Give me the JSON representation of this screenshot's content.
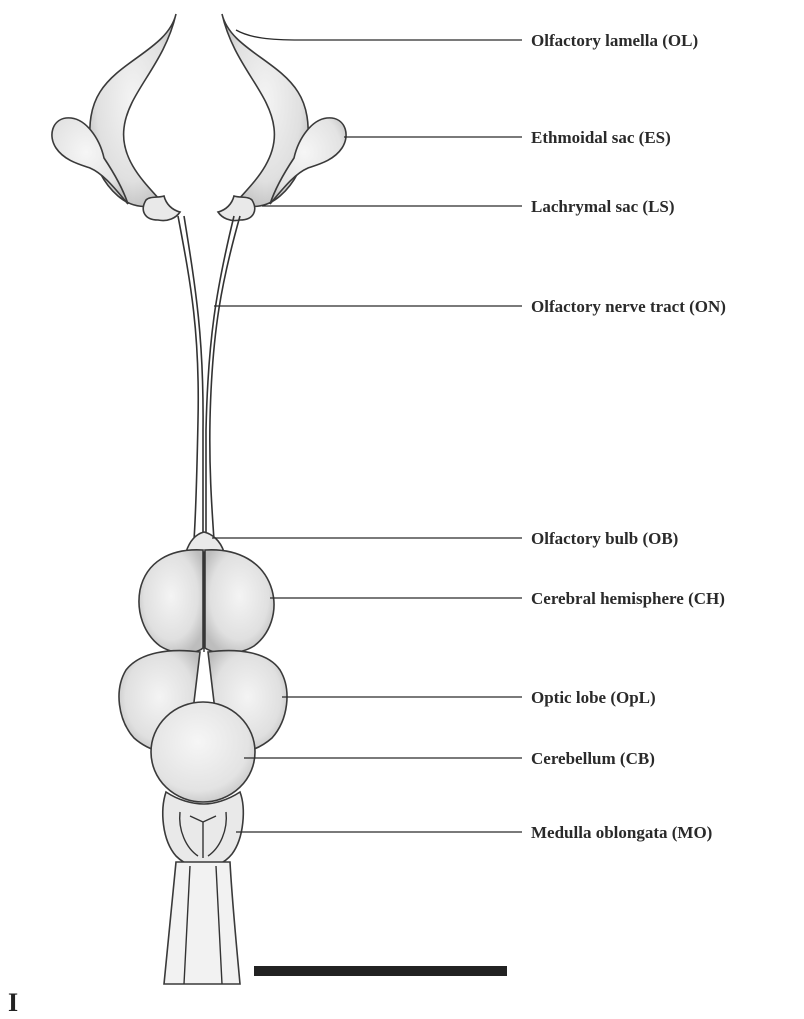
{
  "figure": {
    "panel_letter": "I",
    "labels": [
      {
        "id": "ol",
        "text": "Olfactory lamella (OL)"
      },
      {
        "id": "es",
        "text": "Ethmoidal sac (ES)"
      },
      {
        "id": "ls",
        "text": "Lachrymal sac (LS)"
      },
      {
        "id": "on",
        "text": "Olfactory nerve tract (ON)"
      },
      {
        "id": "ob",
        "text": "Olfactory bulb (OB)"
      },
      {
        "id": "ch",
        "text": "Cerebral hemisphere (CH)"
      },
      {
        "id": "opl",
        "text": "Optic lobe (OpL)"
      },
      {
        "id": "cb",
        "text": "Cerebellum (CB)"
      },
      {
        "id": "mo",
        "text": "Medulla oblongata (MO)"
      }
    ]
  },
  "colors": {
    "ink": "#2a2a2a",
    "tissue_fill": "#e9e9e9",
    "scale_bar": "#222222"
  }
}
